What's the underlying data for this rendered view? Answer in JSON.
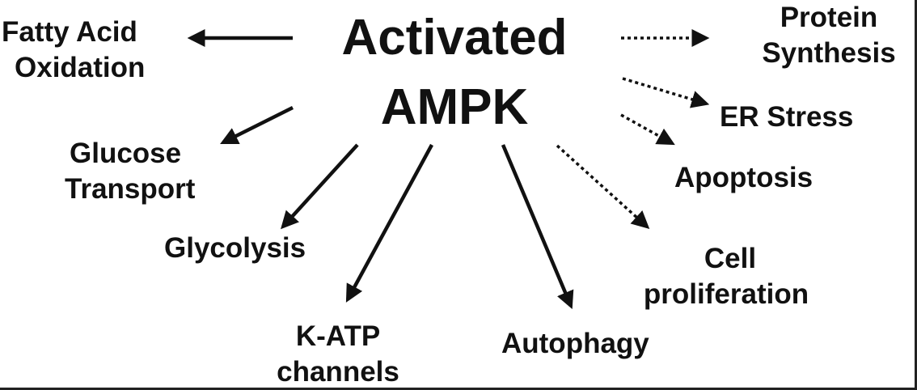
{
  "hub": {
    "line1": "Activated",
    "line2": "AMPK"
  },
  "promoted": [
    {
      "id": "fatty_acid_oxidation",
      "lines": [
        "Fatty Acid",
        "Oxidation"
      ]
    },
    {
      "id": "glucose_transport",
      "lines": [
        "Glucose",
        "Transport"
      ]
    },
    {
      "id": "glycolysis",
      "lines": [
        "Glycolysis"
      ]
    },
    {
      "id": "k_atp_channels",
      "lines": [
        "K-ATP",
        "channels"
      ]
    },
    {
      "id": "autophagy",
      "lines": [
        "Autophagy"
      ]
    }
  ],
  "inhibited": [
    {
      "id": "protein_synthesis",
      "lines": [
        "Protein",
        "Synthesis"
      ]
    },
    {
      "id": "er_stress",
      "lines": [
        "ER Stress"
      ]
    },
    {
      "id": "apoptosis",
      "lines": [
        "Apoptosis"
      ]
    },
    {
      "id": "cell_proliferation",
      "lines": [
        "Cell",
        "proliferation"
      ]
    }
  ],
  "arrow_styles": {
    "promoted": "solid",
    "inhibited": "dotted"
  },
  "colors": {
    "text": "#111111",
    "background": "#ffffff"
  }
}
